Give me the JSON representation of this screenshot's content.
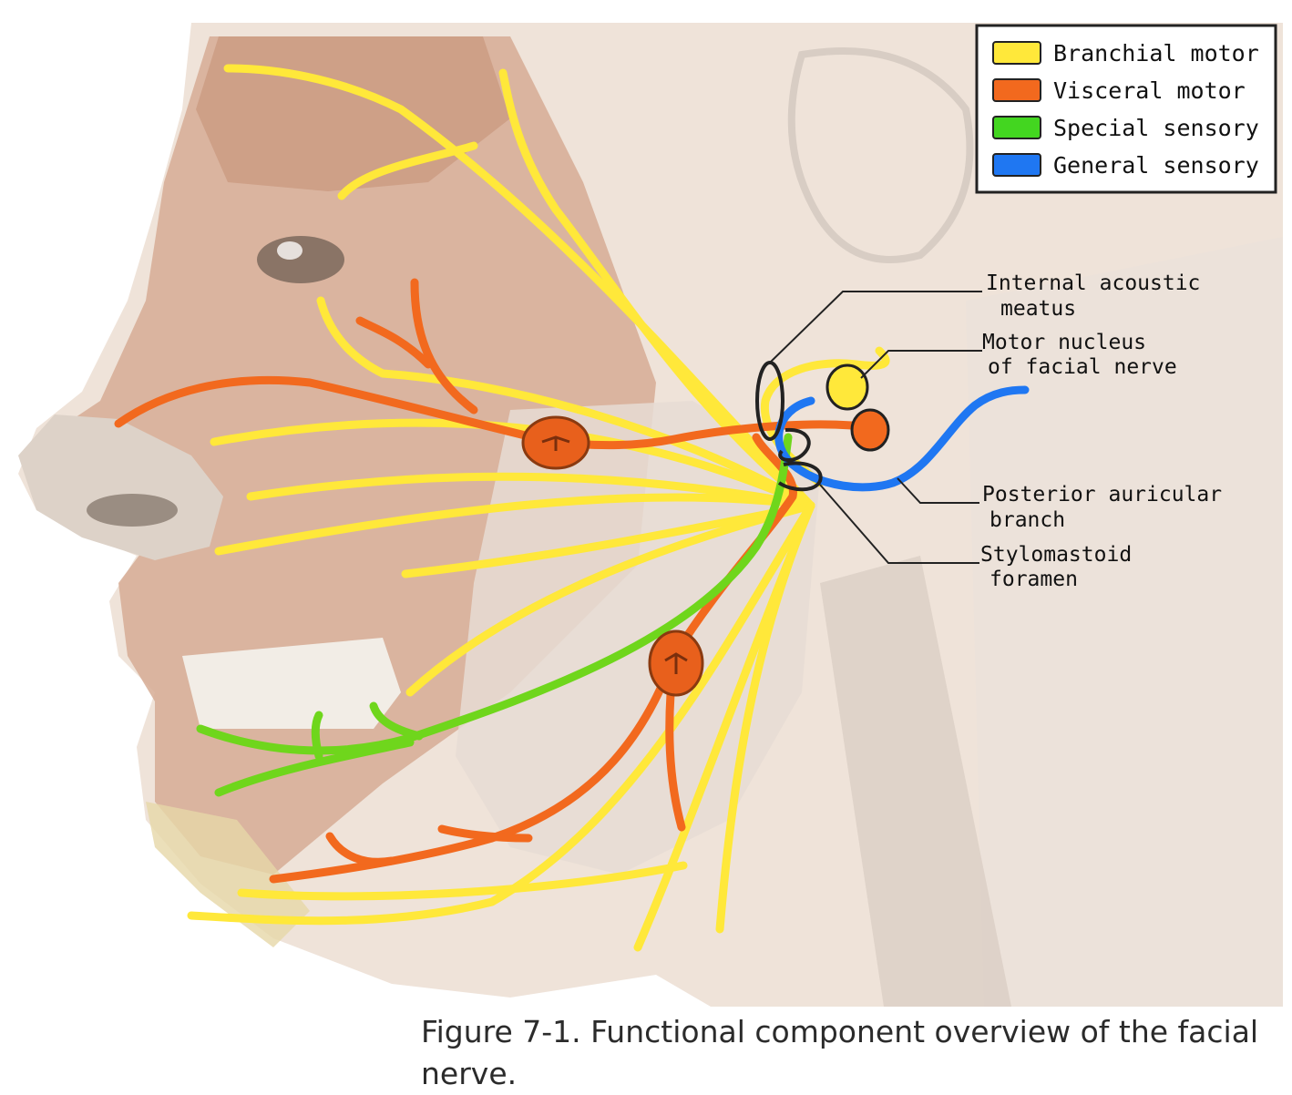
{
  "legend": [
    {
      "label": "Branchial motor",
      "color": "#ffe83a"
    },
    {
      "label": "Visceral motor",
      "color": "#f2691e"
    },
    {
      "label": "Special sensory",
      "color": "#43d620"
    },
    {
      "label": "General sensory",
      "color": "#1f77f2"
    }
  ],
  "callouts": {
    "internal_acoustic": [
      "Internal acoustic",
      "meatus"
    ],
    "motor_nucleus": [
      "Motor nucleus",
      "of facial nerve"
    ],
    "posterior_auricular": [
      "Posterior auricular",
      "branch"
    ],
    "stylomastoid": [
      "Stylomastoid",
      "foramen"
    ]
  },
  "caption": "Figure 7-1. Functional component overview of the facial nerve.",
  "colors": {
    "skin": "#efe3d9",
    "muscle": "#c99a82",
    "bone": "#ece4dc",
    "nerve_yellow": "#ffe83a",
    "nerve_orange": "#f2691e",
    "nerve_green": "#6fd61c",
    "nerve_blue": "#1f77f2",
    "ganglion": "#e8601c"
  }
}
